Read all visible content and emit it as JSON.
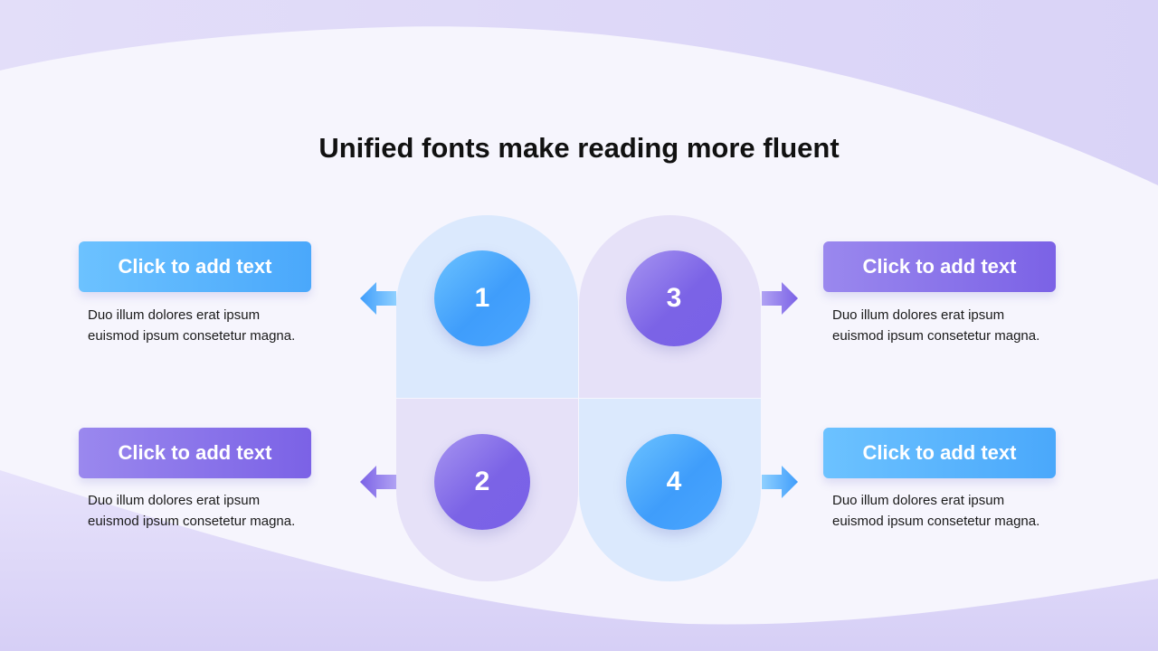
{
  "title": "Unified fonts make reading more fluent",
  "colors": {
    "blue": "#4aa6ff",
    "purple": "#7b63e6",
    "light_blue": "#dbe9fd",
    "light_purple": "#e6e1f8",
    "background": "#f6f5fd"
  },
  "items": [
    {
      "number": "1",
      "label": "Click to add text",
      "description_line1": "Duo illum dolores erat ipsum",
      "description_line2": "euismod ipsum consetetur magna."
    },
    {
      "number": "2",
      "label": "Click to add text",
      "description_line1": "Duo illum dolores erat ipsum",
      "description_line2": "euismod ipsum consetetur magna."
    },
    {
      "number": "3",
      "label": "Click to add text",
      "description_line1": "Duo illum dolores erat ipsum",
      "description_line2": "euismod ipsum consetetur magna."
    },
    {
      "number": "4",
      "label": "Click to add text",
      "description_line1": "Duo illum dolores erat ipsum",
      "description_line2": "euismod ipsum consetetur magna."
    }
  ],
  "icons": [
    "arrow-left-icon",
    "arrow-right-icon"
  ]
}
